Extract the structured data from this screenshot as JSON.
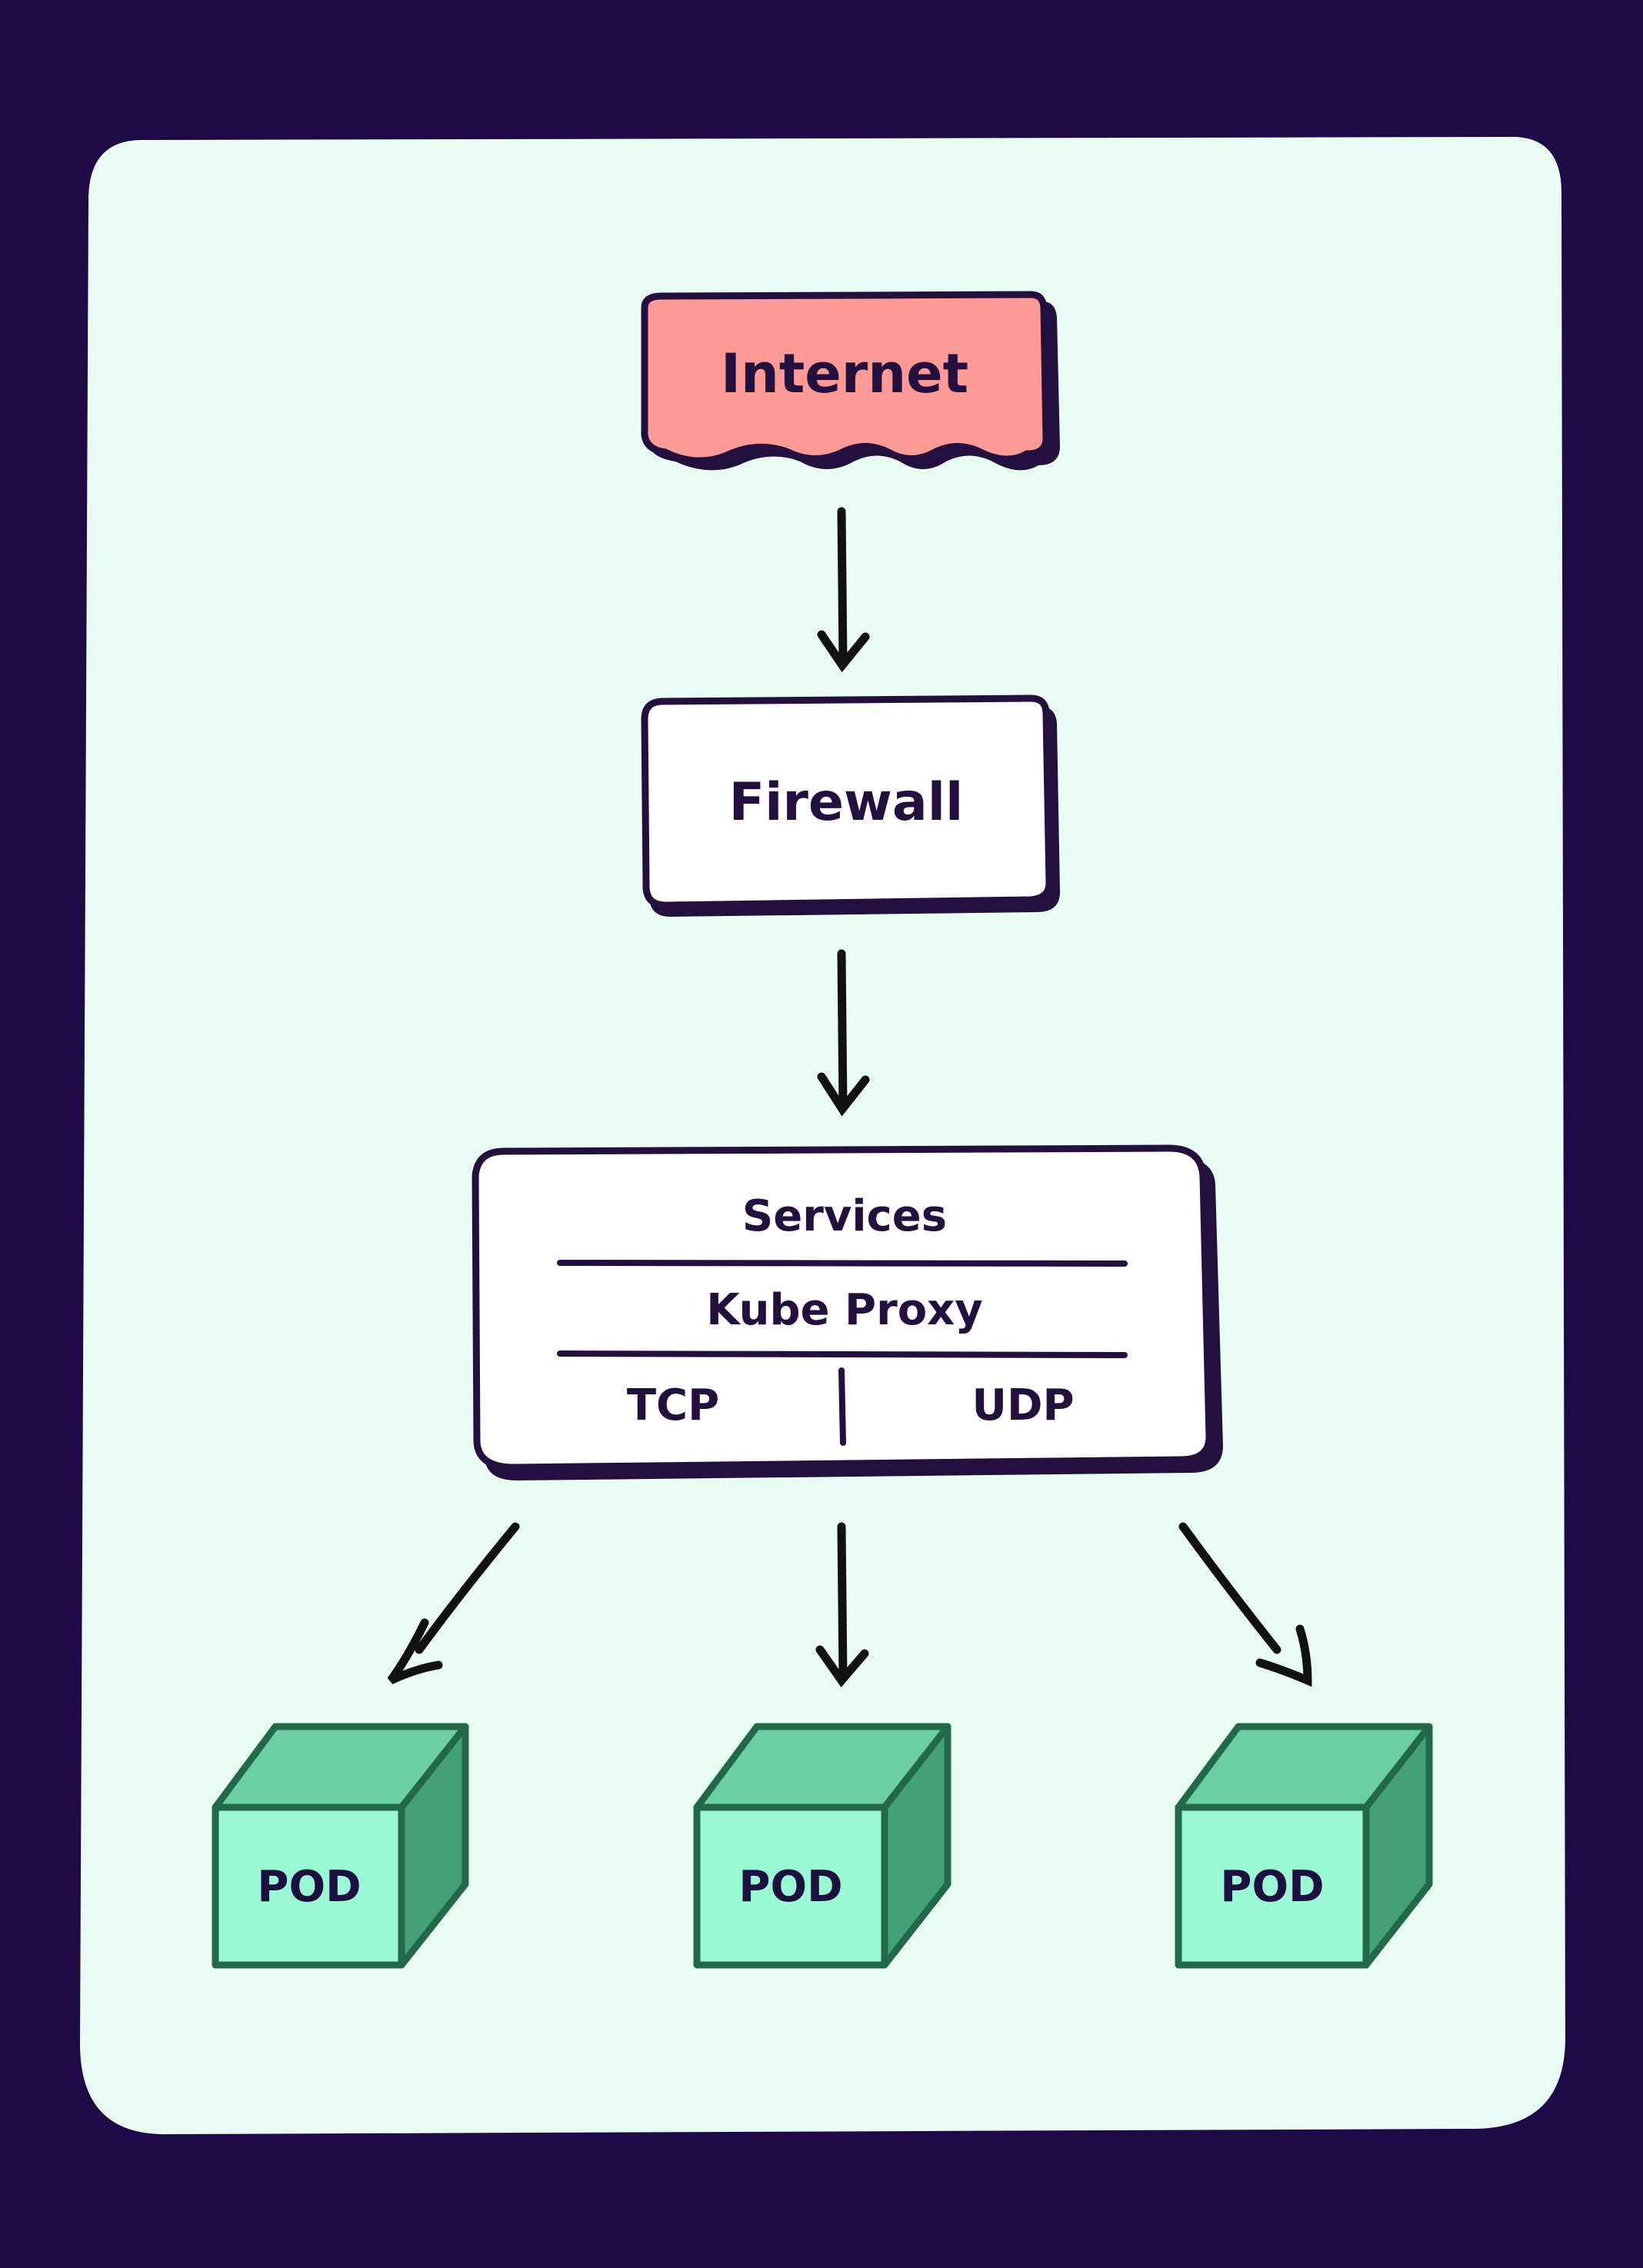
{
  "diagram": {
    "nodes": {
      "internet": "Internet",
      "firewall": "Firewall",
      "services": "Services",
      "kube_proxy": "Kube Proxy",
      "tcp": "TCP",
      "udp": "UDP"
    },
    "pods": [
      "POD",
      "POD",
      "POD"
    ]
  },
  "colors": {
    "background": "#1e0a46",
    "panel": "#e9fcf4",
    "internet_fill": "#ff9b96",
    "box_fill": "#ffffff",
    "outline": "#24103f",
    "pod_front": "#9af8d4",
    "pod_top": "#6bcfa3",
    "pod_side": "#44a077",
    "pod_outline": "#22694a"
  }
}
